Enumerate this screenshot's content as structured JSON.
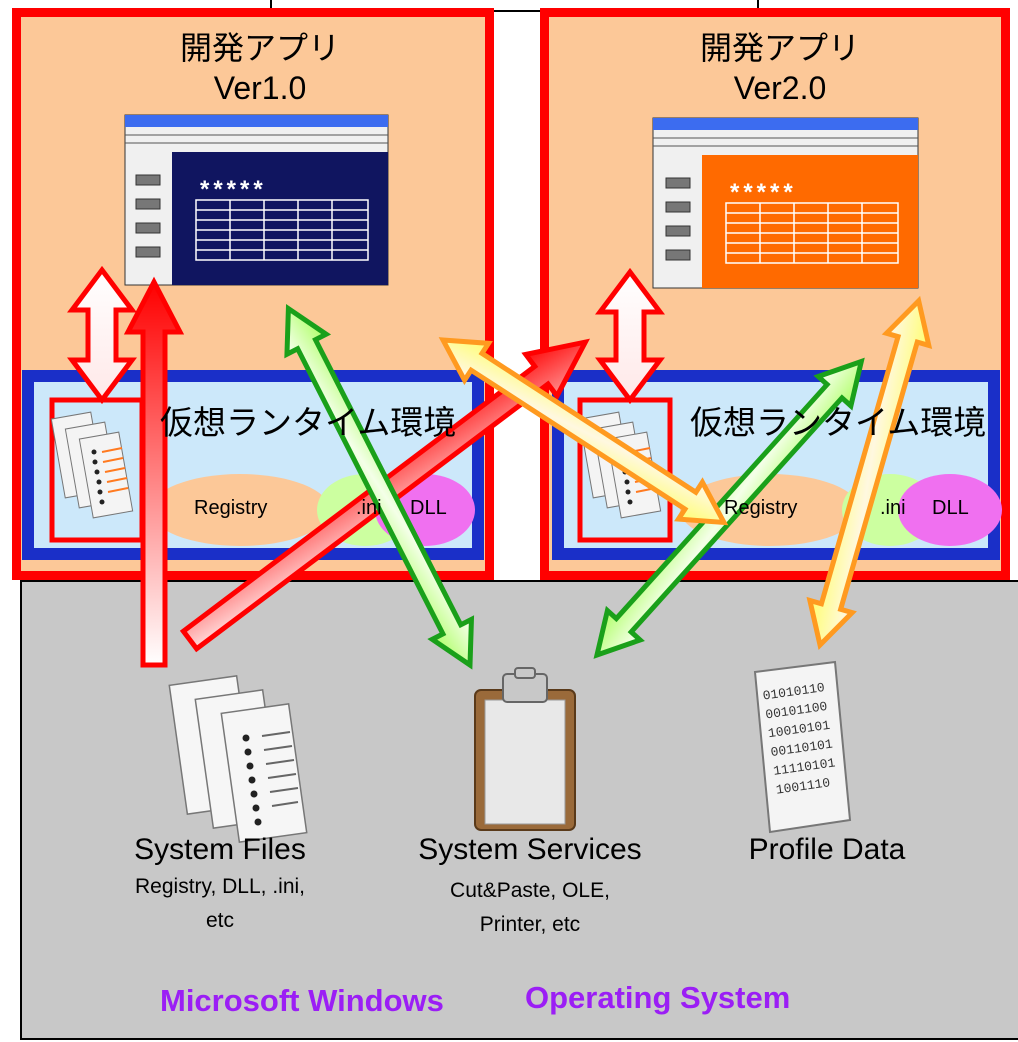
{
  "app1": {
    "title": "開発アプリ",
    "version": "Ver1.0"
  },
  "app2": {
    "title": "開発アプリ",
    "version": "Ver2.0"
  },
  "virtual_env": "仮想ランタイム環境",
  "pills": {
    "registry": "Registry",
    "ini": ".ini",
    "dll": "DLL"
  },
  "window_stars": "*****",
  "system_files": {
    "title": "System Files",
    "line1": "Registry, DLL, .ini,",
    "line2": "etc"
  },
  "system_services": {
    "title": "System Services",
    "line1": "Cut&Paste, OLE,",
    "line2": "Printer, etc"
  },
  "profile_data": {
    "title": "Profile Data",
    "bits": [
      "01010110",
      "00101100",
      "10010101",
      "00110101",
      "11110101",
      "1001110"
    ]
  },
  "os_label": {
    "part1": "Microsoft Windows",
    "part2": "Operating System"
  },
  "colors": {
    "app_bg": "#fcc898",
    "frame_red": "#ff0000",
    "virt_blue": "#1a2fc8",
    "virt_inner": "#cce8fa",
    "os_gray": "#c8c8c8",
    "win1_screen": "#101560",
    "win2_screen": "#ff6a00",
    "os_text": "#9b1ef5"
  }
}
